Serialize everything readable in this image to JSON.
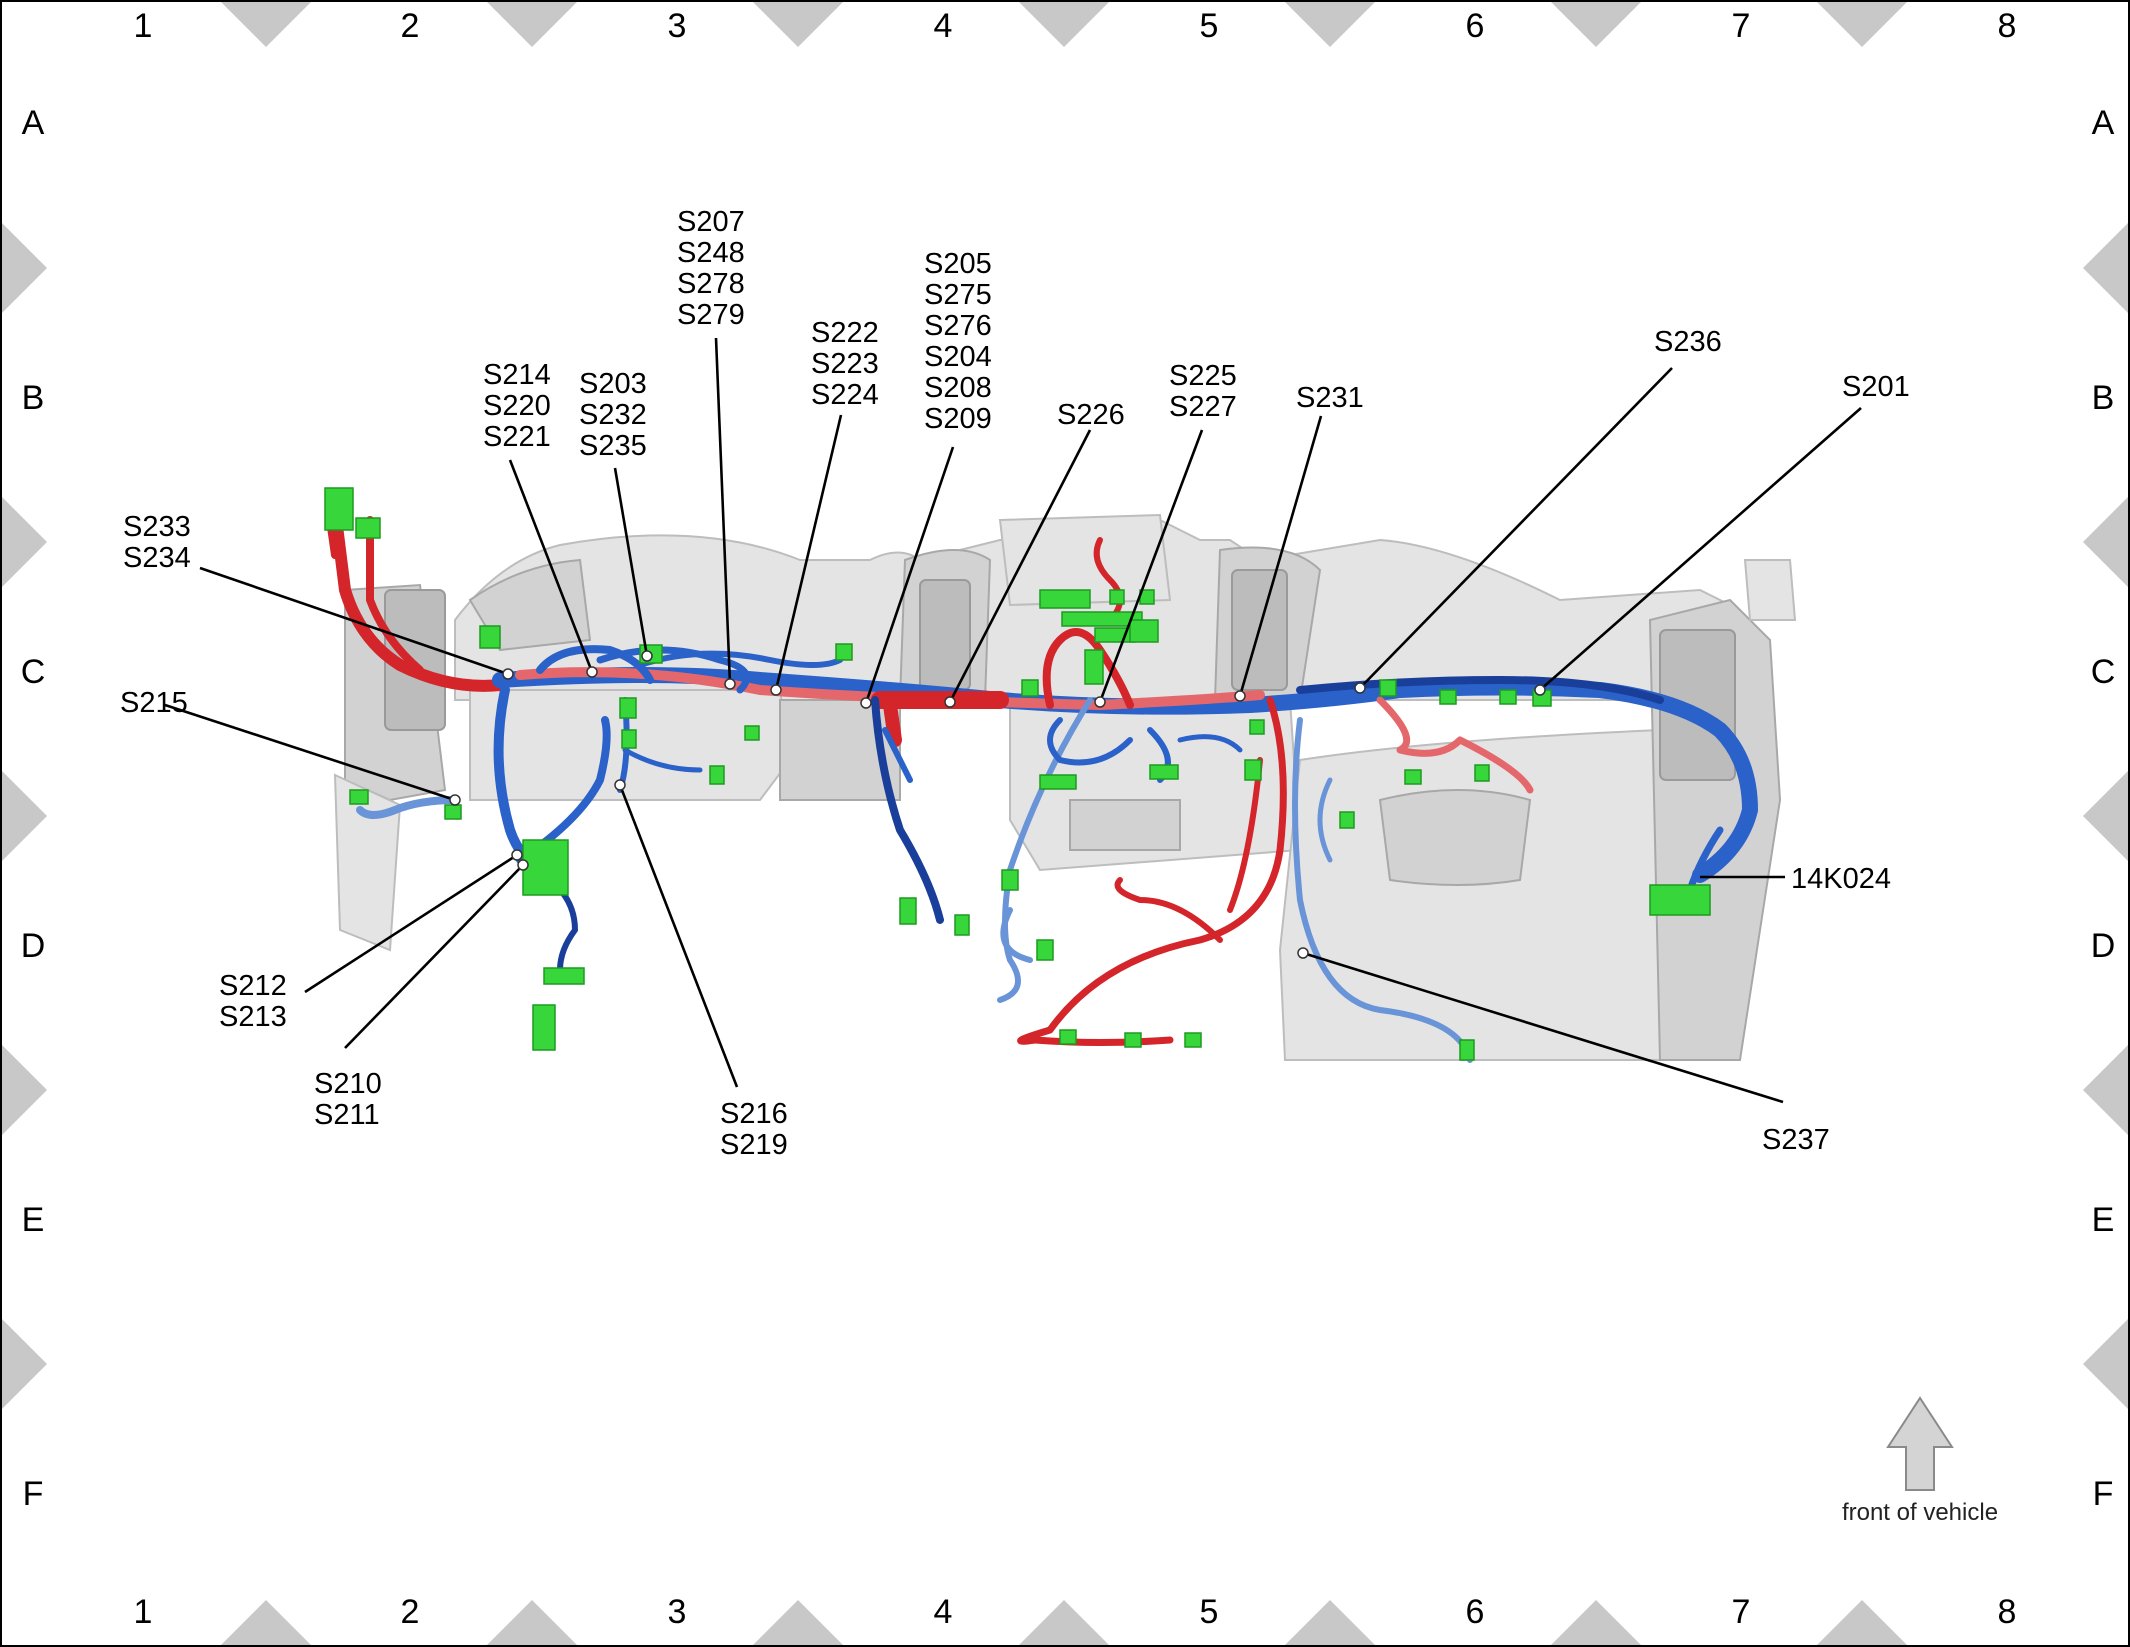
{
  "grid": {
    "columns": [
      "1",
      "2",
      "3",
      "4",
      "5",
      "6",
      "7",
      "8"
    ],
    "rows": [
      "A",
      "B",
      "C",
      "D",
      "E",
      "F"
    ]
  },
  "callouts": {
    "s233_234": [
      "S233",
      "S234"
    ],
    "s215": [
      "S215"
    ],
    "s214_220_221": [
      "S214",
      "S220",
      "S221"
    ],
    "s203_232_235": [
      "S203",
      "S232",
      "S235"
    ],
    "s207_248_278_279": [
      "S207",
      "S248",
      "S278",
      "S279"
    ],
    "s222_223_224": [
      "S222",
      "S223",
      "S224"
    ],
    "s205_275_276_204_208_209": [
      "S205",
      "S275",
      "S276",
      "S204",
      "S208",
      "S209"
    ],
    "s226": [
      "S226"
    ],
    "s225_227": [
      "S225",
      "S227"
    ],
    "s231": [
      "S231"
    ],
    "s236": [
      "S236"
    ],
    "s201": [
      "S201"
    ],
    "k14k024": [
      "14K024"
    ],
    "s212_213": [
      "S212",
      "S213"
    ],
    "s210_211": [
      "S210",
      "S211"
    ],
    "s216_219": [
      "S216",
      "S219"
    ],
    "s237": [
      "S237"
    ]
  },
  "orientation": {
    "label": "front of vehicle",
    "icon": "up-arrow-icon"
  },
  "colors": {
    "harness_blue": "#2a62c9",
    "harness_red": "#d3252a",
    "connector_green": "#37d63a",
    "panel_gray": "#e4e4e4",
    "border_triangle": "#c8c8c8"
  }
}
